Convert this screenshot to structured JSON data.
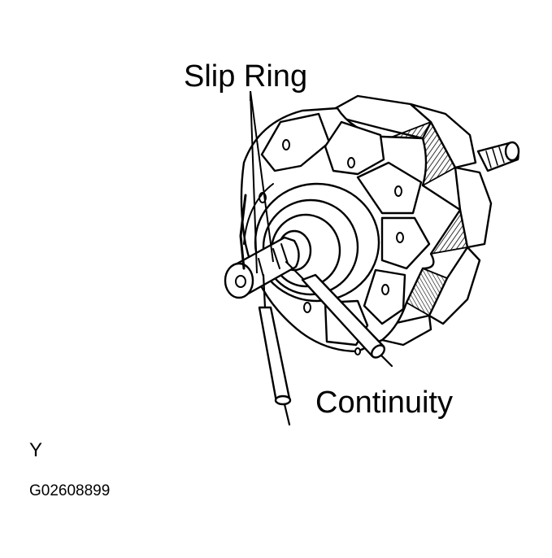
{
  "labels": {
    "slip_ring": "Slip Ring",
    "continuity": "Continuity"
  },
  "footer": {
    "view_code": "Y",
    "figure_id": "G02608899"
  },
  "colors": {
    "ink": "#000000",
    "paper": "#ffffff"
  },
  "icons": {
    "part": "alternator-rotor-illustration",
    "probes": "ohmmeter-probe-illustration"
  }
}
